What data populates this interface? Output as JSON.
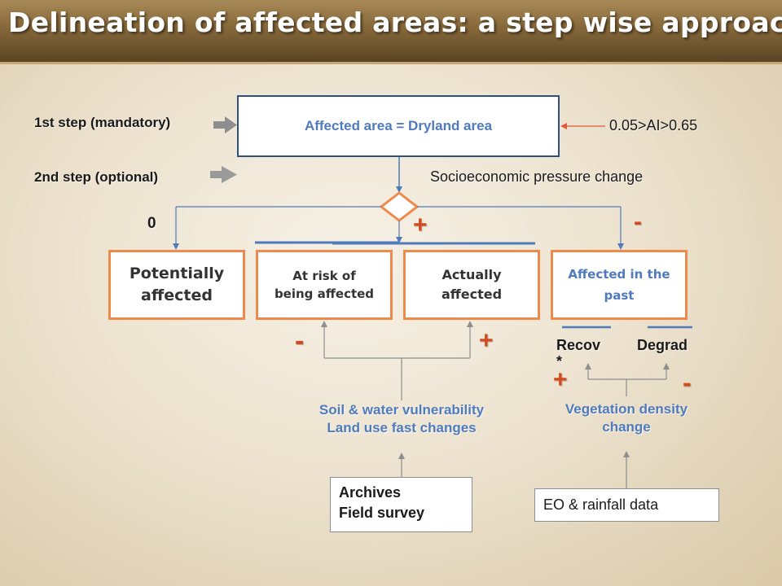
{
  "title": "Delineation of affected areas: a step wise approach",
  "steps": {
    "step1": "1st step (mandatory)",
    "step2": "2nd step (optional)"
  },
  "main_box": "Affected area = Dryland area",
  "ai_range": "0.05>AI>0.65",
  "socio_label": "Socioeconomic pressure change",
  "branch_signs": {
    "zero": "0",
    "plus": "+",
    "minus": "-"
  },
  "boxes": {
    "potentially": "Potentially affected",
    "at_risk": "At risk of being affected",
    "actually": "Actually affected",
    "past": "Affected in the past"
  },
  "lower_signs": {
    "risk_minus": "-",
    "actual_plus": "+",
    "recov_plus": "+",
    "degrad_minus": "-"
  },
  "recov_label": "Recov\n*",
  "degrad_label": "Degrad",
  "soil_label": "Soil & water vulnerability\nLand use fast changes",
  "veg_label": "Vegetation density\nchange",
  "archives_box": "Archives\nField survey",
  "eo_box": "EO & rainfall data",
  "colors": {
    "title_bg": "#8a6b3c",
    "box_border_orange": "#ee8a4c",
    "main_box_border": "#2f4f7f",
    "blue_text": "#4f7bbd",
    "sign_color": "#d24a1e",
    "connector_blue": "#4f7bbd",
    "connector_gray": "#8e8e8e"
  }
}
